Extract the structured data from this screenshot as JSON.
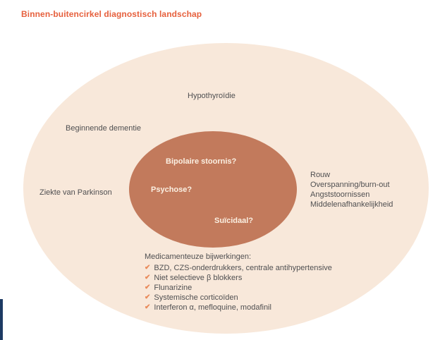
{
  "page": {
    "title": "Binnen-buitencirkel diagnostisch landschap"
  },
  "colors": {
    "title_text": "#e6603d",
    "outer_ellipse": "#f8e8da",
    "inner_ellipse": "#c27a5c",
    "body_text": "#4f4f51",
    "inner_text": "#fbf0e2",
    "checkmark": "#e98a5a",
    "edge_bar": "#1d3a63"
  },
  "icons": {
    "check_icon": "✔"
  },
  "diagram": {
    "outer_labels": {
      "hypothyroidie": "Hypothyroïdie",
      "dementie": "Beginnende dementie",
      "parkinson": "Ziekte van Parkinson"
    },
    "outer_right": [
      "Rouw",
      "Overspanning/burn-out",
      "Angststoornissen",
      "Middelenafhankelijkheid"
    ],
    "inner_labels": {
      "bipolair": "Bipolaire stoornis?",
      "psychose": "Psychose?",
      "suicidaal": "Suïcidaal?"
    },
    "medication": {
      "heading": "Medicamenteuze bijwerkingen:",
      "items": [
        "BZD, CZS-onderdrukkers, centrale antihypertensive",
        "Niet selectieve β blokkers",
        "Flunarizine",
        "Systemische corticoïden",
        "Interferon α, mefloquine, modafinil"
      ]
    }
  }
}
